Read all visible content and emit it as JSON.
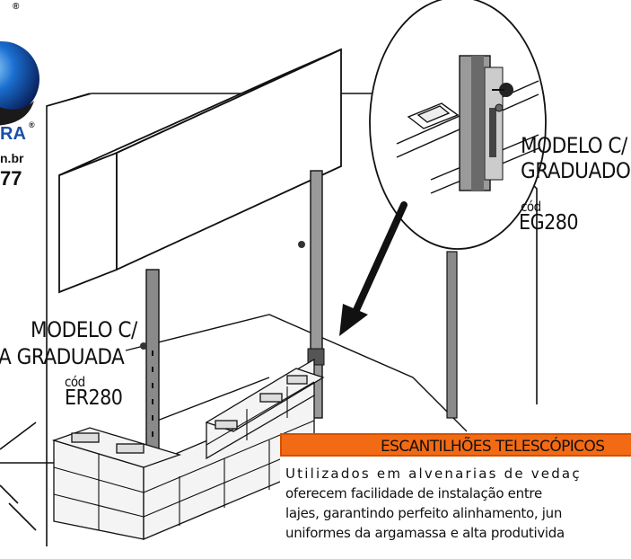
{
  "logo": {
    "registered_mark": "®",
    "brand_fragment": "RA",
    "registered_mark_2": "®",
    "site_fragment": "n.br",
    "phone_fragment": "77"
  },
  "models": [
    {
      "title_line1": "MODELO C/",
      "title_line2": "GRADUADOR",
      "code_label": "cód",
      "code": "EG280"
    },
    {
      "title_line1": "MODELO C/",
      "title_line2": "A GRADUADA",
      "code_label": "cód",
      "code": "ER280"
    }
  ],
  "info": {
    "title": "ESCANTILHÕES TELESCÓPICOS",
    "lines": [
      "Utilizados em alvenarias de vedaç",
      "oferecem facilidade de instalação entre",
      "lajes, garantindo perfeito alinhamento, jun",
      "uniformes da argamassa e alta produtivida"
    ]
  },
  "colors": {
    "accent_orange": "#f36a14",
    "logo_blue": "#1a4fa8",
    "line_art": "#111111",
    "pole_gray": "#8a8a8a"
  },
  "icons": [
    "arrow-down-left-icon",
    "magnifier-circle-icon"
  ]
}
